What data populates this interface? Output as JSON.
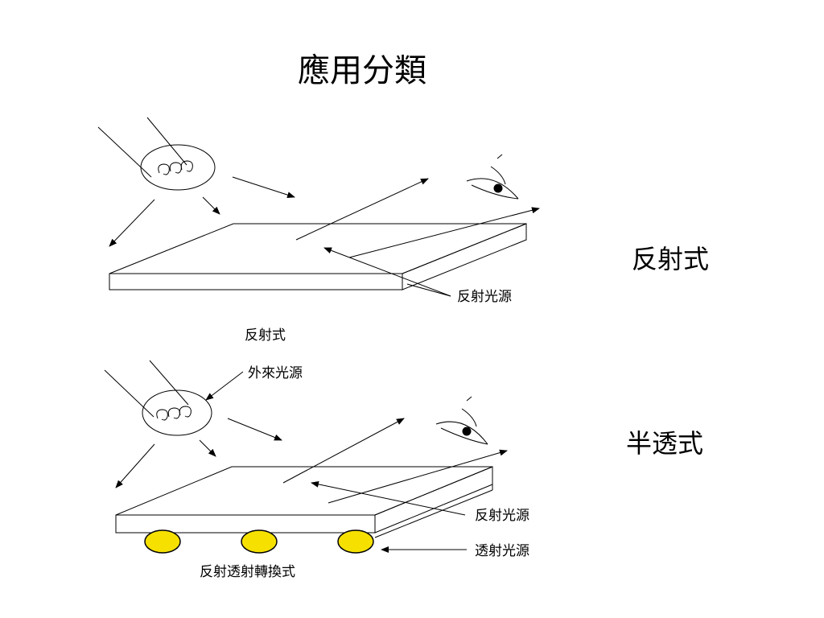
{
  "slide": {
    "title": "應用分類",
    "side_labels": {
      "reflective": "反射式",
      "transflective": "半透式"
    }
  },
  "diagram_reflective": {
    "callout_reflected_light": "反射光源",
    "caption": "反射式"
  },
  "diagram_transflective": {
    "callout_external_light": "外來光源",
    "callout_reflected_light": "反射光源",
    "callout_transmitted_light": "透射光源",
    "caption": "反射透射轉換式",
    "backlight_color": "#f5e000"
  }
}
